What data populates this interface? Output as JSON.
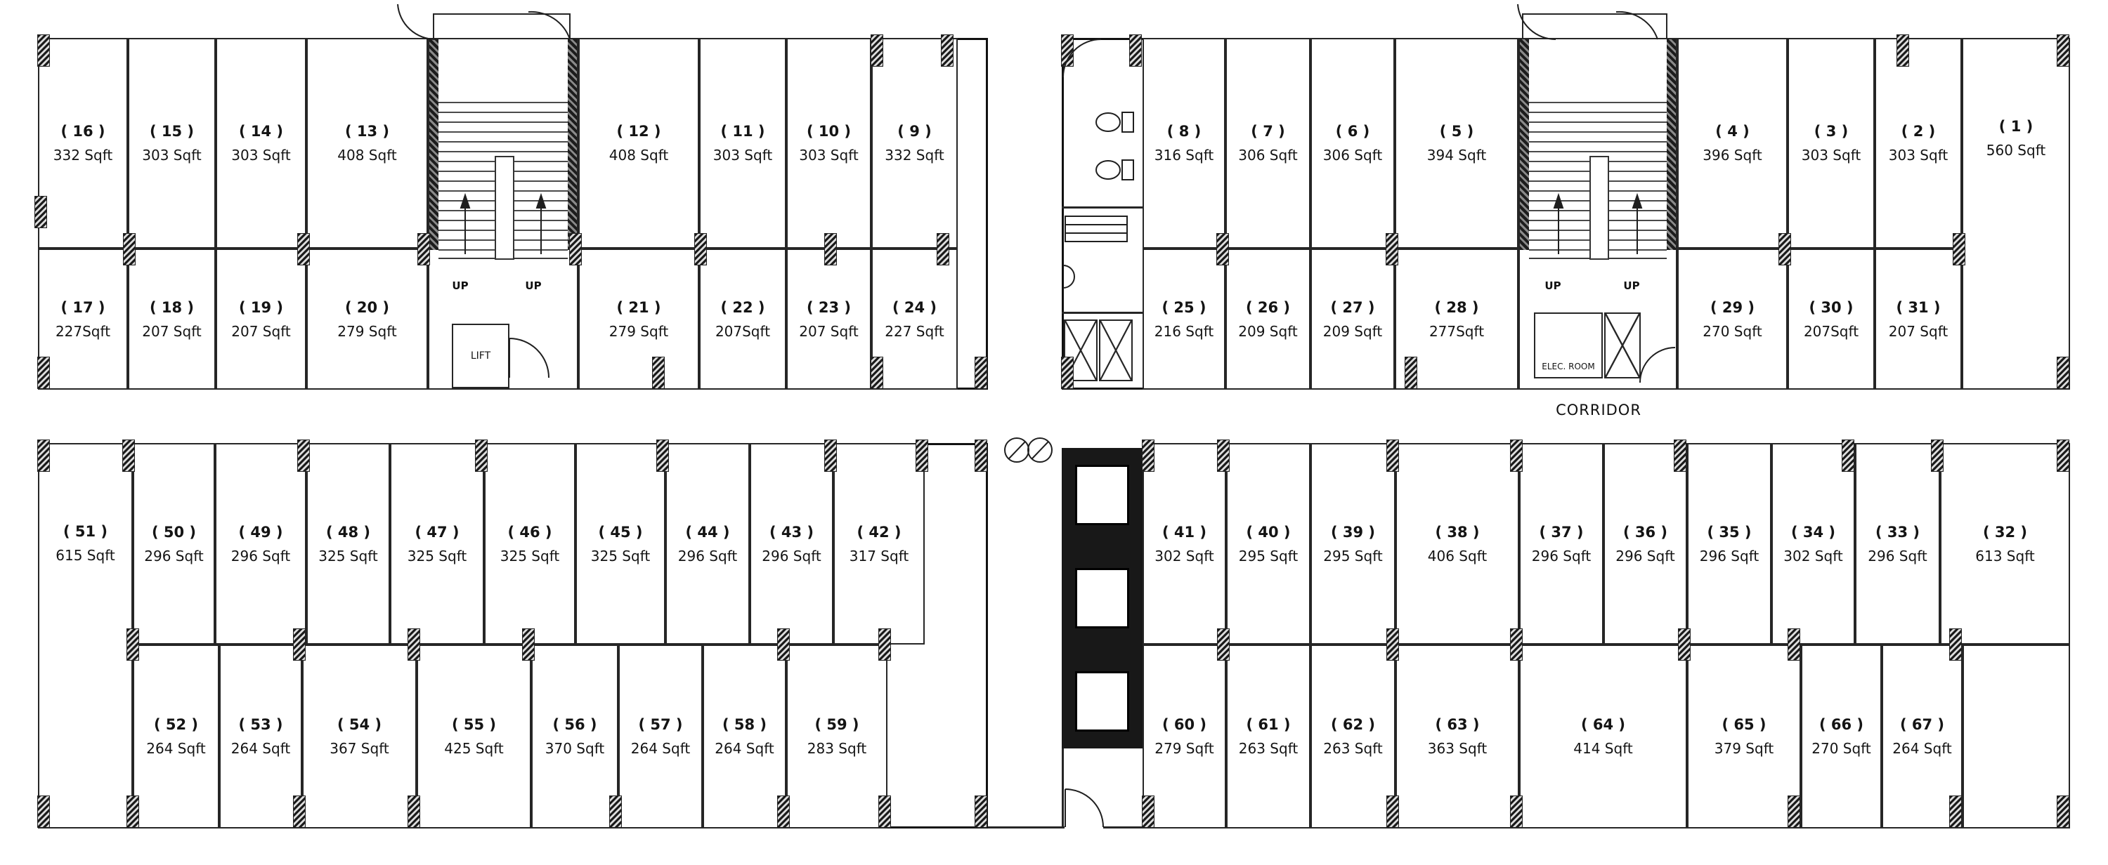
{
  "labels": {
    "corridor": "CORRIDOR",
    "up": "UP",
    "lift": "LIFT",
    "elec_room": "ELEC. ROOM"
  },
  "blocks": {
    "tl": {
      "top": [
        {
          "no": "( 16 )",
          "area": "332 Sqft"
        },
        {
          "no": "( 15 )",
          "area": "303 Sqft"
        },
        {
          "no": "( 14 )",
          "area": "303 Sqft"
        },
        {
          "no": "( 13 )",
          "area": "408 Sqft"
        },
        {
          "no": "( 12 )",
          "area": "408 Sqft"
        },
        {
          "no": "( 11 )",
          "area": "303 Sqft"
        },
        {
          "no": "( 10 )",
          "area": "303 Sqft"
        },
        {
          "no": "( 9 )",
          "area": "332 Sqft"
        }
      ],
      "bot": [
        {
          "no": "( 17 )",
          "area": "227Sqft"
        },
        {
          "no": "( 18 )",
          "area": "207 Sqft"
        },
        {
          "no": "( 19 )",
          "area": "207 Sqft"
        },
        {
          "no": "( 20 )",
          "area": "279 Sqft"
        },
        {
          "no": "( 21 )",
          "area": "279 Sqft"
        },
        {
          "no": "( 22 )",
          "area": "207Sqft"
        },
        {
          "no": "( 23 )",
          "area": "207 Sqft"
        },
        {
          "no": "( 24 )",
          "area": "227 Sqft"
        }
      ]
    },
    "tr": {
      "top": [
        {
          "no": "( 8 )",
          "area": "316 Sqft"
        },
        {
          "no": "( 7 )",
          "area": "306 Sqft"
        },
        {
          "no": "( 6 )",
          "area": "306 Sqft"
        },
        {
          "no": "( 5 )",
          "area": "394 Sqft"
        },
        {
          "no": "( 4 )",
          "area": "396 Sqft"
        },
        {
          "no": "( 3 )",
          "area": "303 Sqft"
        },
        {
          "no": "( 2 )",
          "area": "303 Sqft"
        },
        {
          "no": "( 1 )",
          "area": "560 Sqft"
        }
      ],
      "bot": [
        {
          "no": "( 25 )",
          "area": "216 Sqft"
        },
        {
          "no": "( 26 )",
          "area": "209 Sqft"
        },
        {
          "no": "( 27 )",
          "area": "209 Sqft"
        },
        {
          "no": "( 28 )",
          "area": "277Sqft"
        },
        {
          "no": "( 29 )",
          "area": "270 Sqft"
        },
        {
          "no": "( 30 )",
          "area": "207Sqft"
        },
        {
          "no": "( 31 )",
          "area": "207 Sqft"
        }
      ]
    },
    "bl": {
      "top": [
        {
          "no": "( 51 )",
          "area": "615 Sqft"
        },
        {
          "no": "( 50 )",
          "area": "296 Sqft"
        },
        {
          "no": "( 49 )",
          "area": "296 Sqft"
        },
        {
          "no": "( 48 )",
          "area": "325 Sqft"
        },
        {
          "no": "( 47 )",
          "area": "325 Sqft"
        },
        {
          "no": "( 46 )",
          "area": "325 Sqft"
        },
        {
          "no": "( 45 )",
          "area": "325 Sqft"
        },
        {
          "no": "( 44 )",
          "area": "296 Sqft"
        },
        {
          "no": "( 43 )",
          "area": "296 Sqft"
        },
        {
          "no": "( 42 )",
          "area": "317 Sqft"
        }
      ],
      "bot": [
        {
          "no": "( 52 )",
          "area": "264 Sqft"
        },
        {
          "no": "( 53 )",
          "area": "264 Sqft"
        },
        {
          "no": "( 54 )",
          "area": "367 Sqft"
        },
        {
          "no": "( 55 )",
          "area": "425 Sqft"
        },
        {
          "no": "( 56 )",
          "area": "370 Sqft"
        },
        {
          "no": "( 57 )",
          "area": "264 Sqft"
        },
        {
          "no": "( 58 )",
          "area": "264 Sqft"
        },
        {
          "no": "( 59 )",
          "area": "283 Sqft"
        }
      ]
    },
    "br": {
      "top": [
        {
          "no": "( 41 )",
          "area": "302 Sqft"
        },
        {
          "no": "( 40 )",
          "area": "295 Sqft"
        },
        {
          "no": "( 39 )",
          "area": "295 Sqft"
        },
        {
          "no": "( 38 )",
          "area": "406 Sqft"
        },
        {
          "no": "( 37 )",
          "area": "296 Sqft"
        },
        {
          "no": "( 36 )",
          "area": "296 Sqft"
        },
        {
          "no": "( 35 )",
          "area": "296 Sqft"
        },
        {
          "no": "( 34 )",
          "area": "302 Sqft"
        },
        {
          "no": "( 33 )",
          "area": "296 Sqft"
        },
        {
          "no": "( 32 )",
          "area": "613 Sqft"
        }
      ],
      "bot": [
        {
          "no": "( 60 )",
          "area": "279 Sqft"
        },
        {
          "no": "( 61 )",
          "area": "263 Sqft"
        },
        {
          "no": "( 62 )",
          "area": "263 Sqft"
        },
        {
          "no": "( 63 )",
          "area": "363 Sqft"
        },
        {
          "no": "( 64 )",
          "area": "414 Sqft"
        },
        {
          "no": "( 65 )",
          "area": "379 Sqft"
        },
        {
          "no": "( 66 )",
          "area": "270 Sqft"
        },
        {
          "no": "( 67 )",
          "area": "264 Sqft"
        }
      ]
    }
  }
}
